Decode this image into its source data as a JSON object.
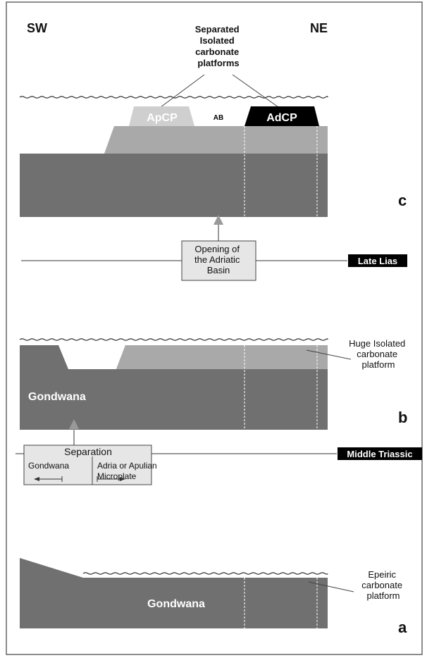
{
  "orientation": {
    "left": "SW",
    "right": "NE"
  },
  "panel_c": {
    "letter": "c",
    "callout": [
      "Separated",
      "Isolated",
      "carbonate",
      "platforms"
    ],
    "apcp": "ApCP",
    "ab": "AB",
    "adcp": "AdCP"
  },
  "event_late_lias": {
    "box": [
      "Opening of",
      "the Adriatic",
      "Basin"
    ],
    "tag": "Late Lias"
  },
  "panel_b": {
    "letter": "b",
    "gondwana": "Gondwana",
    "callout": [
      "Huge Isolated",
      "carbonate",
      "platform"
    ]
  },
  "event_middle_triassic": {
    "title": "Separation",
    "left": "Gondwana",
    "right": [
      "Adria or Apulian",
      "Microplate"
    ],
    "tag": "Middle Triassic"
  },
  "panel_a": {
    "letter": "a",
    "gondwana": "Gondwana",
    "callout": [
      "Epeiric",
      "carbonate",
      "platform"
    ]
  },
  "colors": {
    "basement": "#707070",
    "platform": "#a9a9a9",
    "light_platform": "#cfcfcf",
    "dark_platform": "#000000",
    "frame": "#555555"
  }
}
